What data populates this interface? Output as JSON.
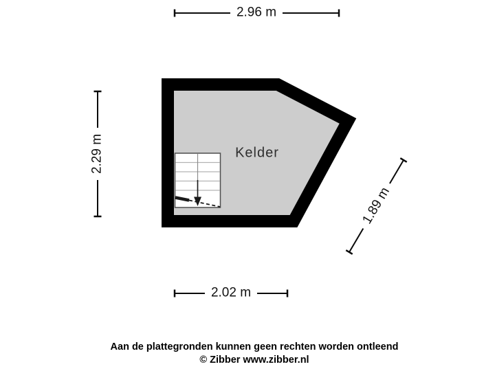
{
  "page": {
    "background": "#ffffff"
  },
  "floorplan": {
    "room_label": "Kelder",
    "dimensions": {
      "top": "2.96 m",
      "left": "2.29 m",
      "right": "1.89 m",
      "bottom": "2.02 m"
    },
    "colors": {
      "wall": "#000000",
      "floor": "#cdcdcd",
      "stair_fill": "#ffffff",
      "stair_border": "#4d4d4d",
      "stair_tread": "#b3b3b3",
      "arrow": "#1a1a1a",
      "dimension_line": "#0a0a0a"
    }
  },
  "footer": {
    "disclaimer": "Aan de plattegronden kunnen geen rechten worden ontleend",
    "copyright": "© Zibber www.zibber.nl"
  }
}
